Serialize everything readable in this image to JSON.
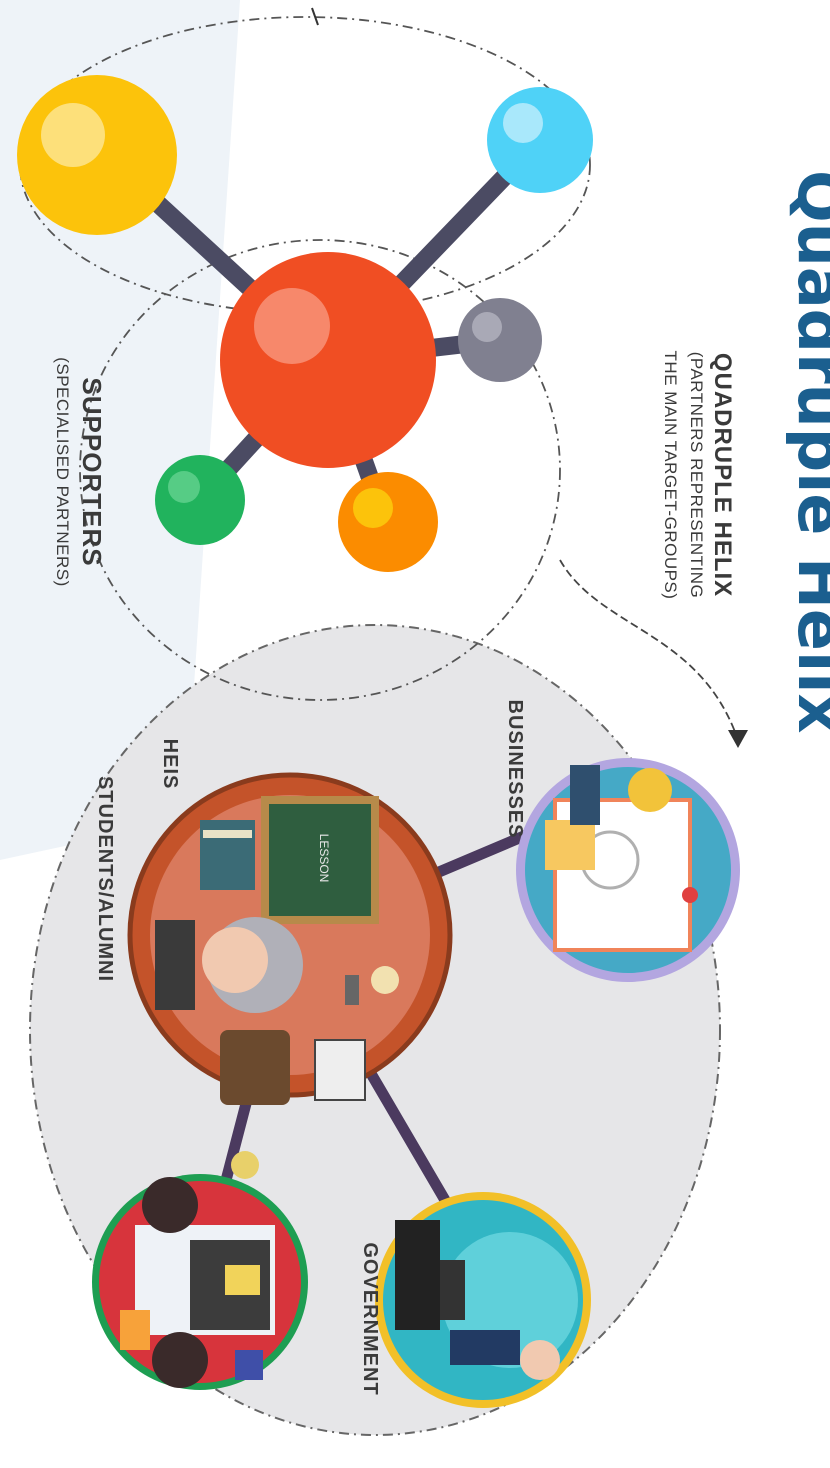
{
  "title": "Quadruple Helix",
  "quadruple_helix_label": {
    "heading": "QUADRUPLE HELIX",
    "line2": "(PARTNERS REPRESENTING",
    "line3": "THE MAIN TARGET-GROUPS)"
  },
  "supporters_label": {
    "heading": "SUPPORTERS",
    "line2": "(SPECIALISED PARTNERS)"
  },
  "groups": {
    "businesses": "BUSINESSES",
    "heis": "HEIS",
    "students": "STUDENTS/ALUMNI",
    "government": "GOVERNMENT"
  },
  "illustration_text": {
    "lesson": "LESSON"
  },
  "colors": {
    "title_blue": "#1b5f8f",
    "hub_red": "#f04e23",
    "yellow": "#fcc30b",
    "cyan": "#4fd2f7",
    "gray_node": "#808090",
    "green": "#21b35d",
    "orange": "#fb8c00",
    "connector": "#4b3a5f",
    "cluster_bg": "#e6e6e8"
  }
}
